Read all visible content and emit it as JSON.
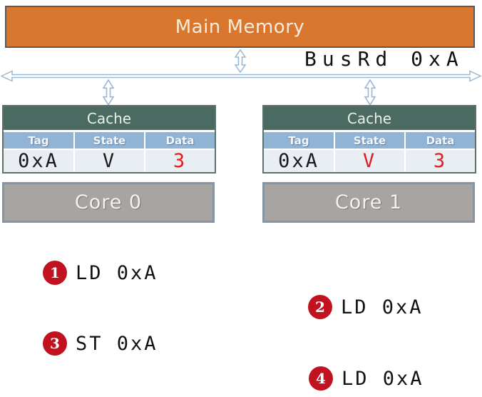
{
  "colors": {
    "memory_fill": "#d9772f",
    "memory_border": "#595959",
    "cache_header_green": "#4b6a62",
    "table_header_blue": "#91b4d4",
    "row_bg": "#e9eef4",
    "core_fill": "#a7a4a2",
    "core_border": "#8496a5",
    "arrow_blue": "#9bb8d3",
    "value_black": "#1a1a1a",
    "value_red": "#e11c1c",
    "badge_red": "#c1121f"
  },
  "main_memory": {
    "label": "Main Memory"
  },
  "bus": {
    "label": "BusRd 0xA"
  },
  "caches": [
    {
      "title": "Cache",
      "columns": [
        "Tag",
        "State",
        "Data"
      ],
      "row": {
        "tag": "0xA",
        "tag_color": "#1a1a1a",
        "state": "V",
        "state_color": "#1a1a1a",
        "data": "3",
        "data_color": "#e11c1c"
      }
    },
    {
      "title": "Cache",
      "columns": [
        "Tag",
        "State",
        "Data"
      ],
      "row": {
        "tag": "0xA",
        "tag_color": "#1a1a1a",
        "state": "V",
        "state_color": "#e11c1c",
        "data": "3",
        "data_color": "#e11c1c"
      }
    }
  ],
  "cores": [
    {
      "label": "Core 0"
    },
    {
      "label": "Core 1"
    }
  ],
  "steps": [
    {
      "num": "1",
      "op": "LD 0xA"
    },
    {
      "num": "2",
      "op": "LD 0xA"
    },
    {
      "num": "3",
      "op": "ST 0xA"
    },
    {
      "num": "4",
      "op": "LD 0xA"
    }
  ]
}
